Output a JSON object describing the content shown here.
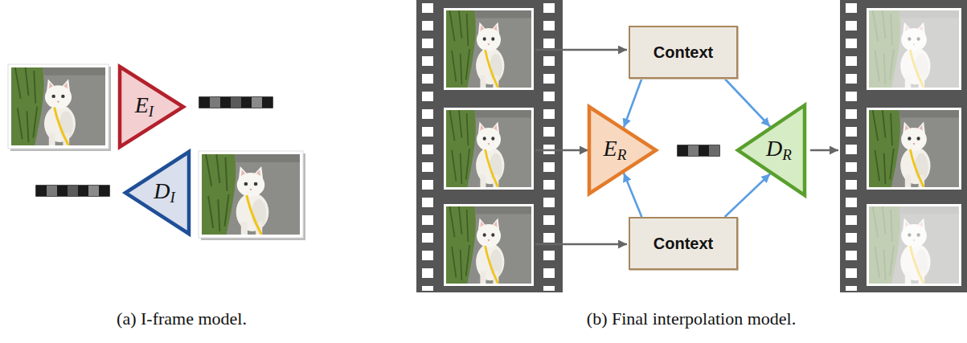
{
  "diagram": {
    "nodes": [
      {
        "text": [
          "E",
          "I"
        ]
      },
      {
        "text": [
          "D",
          "I"
        ]
      },
      {
        "text": [
          "Context"
        ]
      },
      {
        "text": [
          "E",
          "R"
        ]
      },
      {
        "text": [
          "D",
          "R"
        ]
      },
      {
        "text": [
          "Context"
        ]
      }
    ],
    "edges": [
      {
        "from": 2,
        "to": 3,
        "arrow": "to"
      },
      {
        "from": 2,
        "to": 4,
        "arrow": "to"
      },
      {
        "from": 5,
        "to": 3,
        "arrow": "to"
      },
      {
        "from": 5,
        "to": 4,
        "arrow": "to"
      }
    ],
    "labels": [
      "(a) I-frame model.",
      "(b) Final interpolation model."
    ]
  }
}
